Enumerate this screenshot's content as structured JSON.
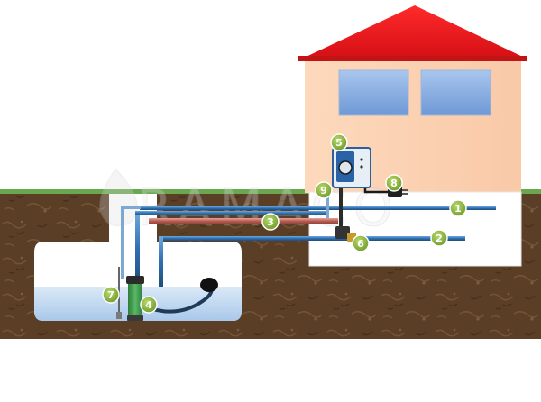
{
  "watermark": "RAMACO",
  "markers": [
    {
      "id": "1",
      "label": "1",
      "part": "outlet-pipe-1"
    },
    {
      "id": "2",
      "label": "2",
      "part": "outlet-pipe-2"
    },
    {
      "id": "3",
      "label": "3",
      "part": "conduit-pipe"
    },
    {
      "id": "4",
      "label": "4",
      "part": "submersible-pump"
    },
    {
      "id": "5",
      "label": "5",
      "part": "control-unit"
    },
    {
      "id": "6",
      "label": "6",
      "part": "valve"
    },
    {
      "id": "7",
      "label": "7",
      "part": "level-sensor"
    },
    {
      "id": "8",
      "label": "8",
      "part": "power-plug"
    },
    {
      "id": "9",
      "label": "9",
      "part": "connection-point"
    }
  ],
  "colors": {
    "roof": "#e8141b",
    "wall": "#fcd5b4",
    "soil": "#5b3f25",
    "grass": "#6aa84f",
    "water": "#cfe2f3",
    "pipe_blue": "#3d85c6",
    "conduit": "#c0504d",
    "marker": "#8fbc3f",
    "pump": "#3f9e4d"
  }
}
